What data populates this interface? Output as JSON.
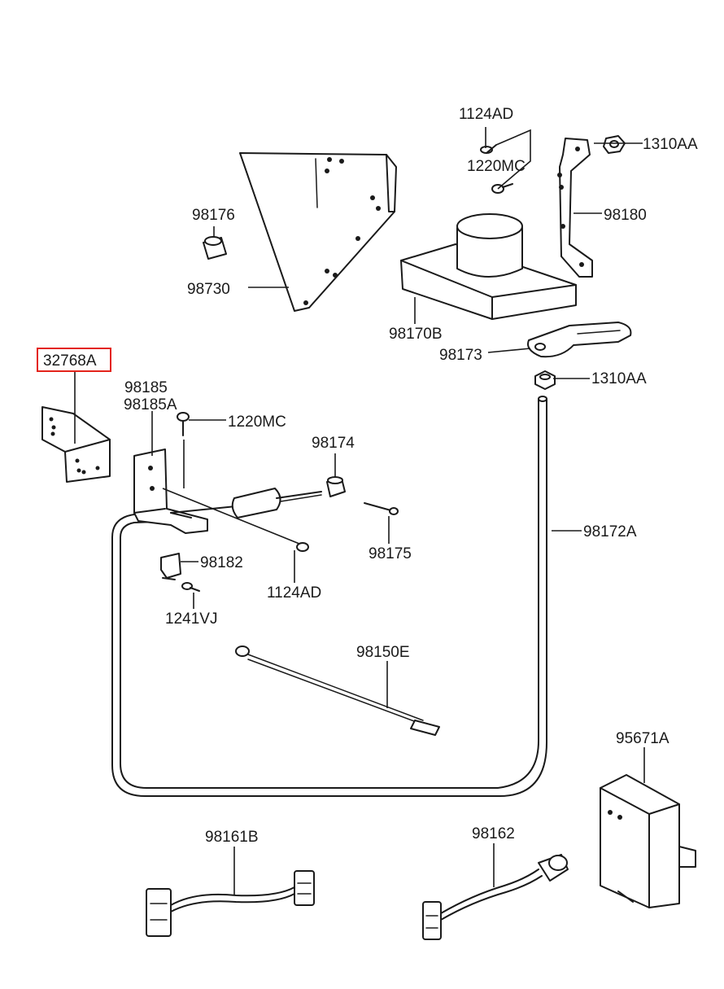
{
  "labels": {
    "p1124AD_top": "1124AD",
    "p1310AA_top": "1310AA",
    "p1220MC_top": "1220MC",
    "p98180": "98180",
    "p98176": "98176",
    "p98730": "98730",
    "p98170B": "98170B",
    "p98173": "98173",
    "p1310AA_mid": "1310AA",
    "p32768A": "32768A",
    "p98185": "98185",
    "p98185A": "98185A",
    "p1220MC_mid": "1220MC",
    "p98174": "98174",
    "p98172A": "98172A",
    "p98175": "98175",
    "p98182": "98182",
    "p1124AD_mid": "1124AD",
    "p1241VJ": "1241VJ",
    "p98150E": "98150E",
    "p95671A": "95671A",
    "p98161B": "98161B",
    "p98162": "98162"
  },
  "highlight": {
    "color": "#e3241b",
    "part": "32768A"
  }
}
